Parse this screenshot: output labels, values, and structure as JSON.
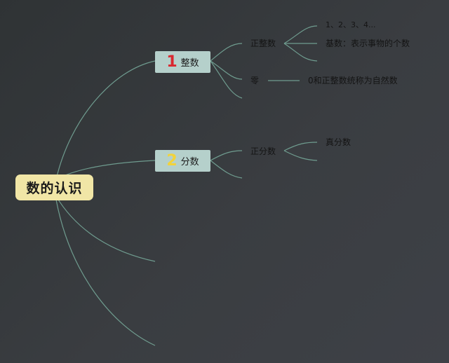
{
  "root": {
    "label": "数的认识"
  },
  "branches": [
    {
      "number": "1",
      "number_color": "#d9282f",
      "label": "整数",
      "children": [
        {
          "label": "正整数",
          "children": [
            {
              "label": "1、2、3、4..."
            },
            {
              "label": "基数：表示事物的个数"
            }
          ]
        },
        {
          "label": "零",
          "children": [
            {
              "label": "0和正整数统称为自然数"
            }
          ]
        }
      ]
    },
    {
      "number": "2",
      "number_color": "#f2d33a",
      "label": "分数",
      "children": [
        {
          "label": "正分数",
          "children": [
            {
              "label": "真分数"
            }
          ]
        }
      ]
    }
  ],
  "colors": {
    "background": "#3a3d41",
    "connector": "#6f9c8f",
    "root_fill": "#f1e6a6",
    "branch_fill": "#b5d0cb"
  }
}
